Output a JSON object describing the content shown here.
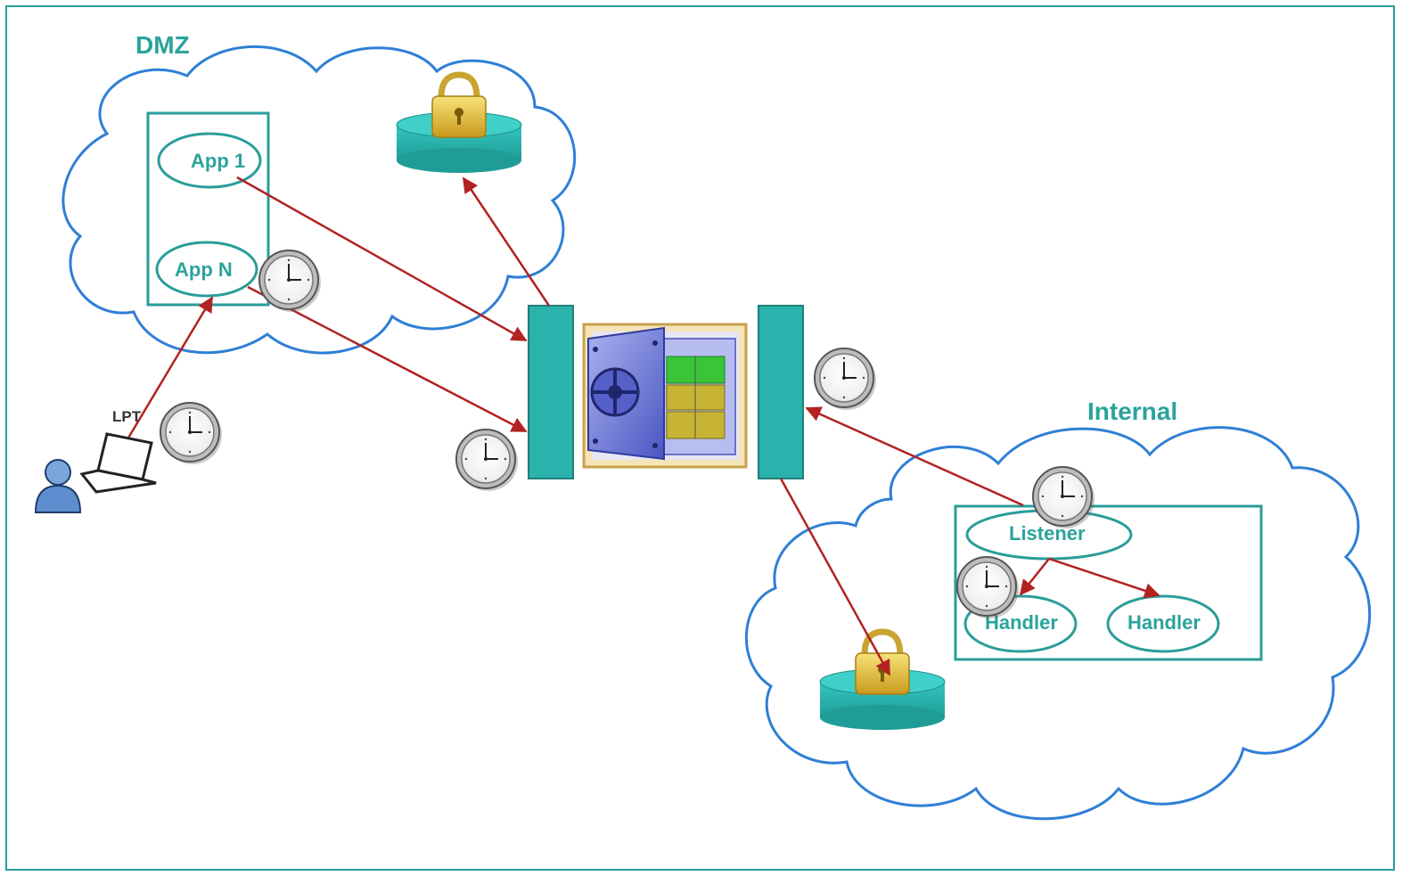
{
  "zones": {
    "dmz_title": "DMZ",
    "internal_title": "Internal"
  },
  "nodes": {
    "app1": "App 1",
    "appN": "App N",
    "listener": "Listener",
    "handler1": "Handler",
    "handler2": "Handler",
    "lpt": "LPT"
  },
  "icons": {
    "clock": "clock-icon",
    "lock_db": "locked-database-icon",
    "vault": "vault-icon",
    "user": "user-icon",
    "laptop": "laptop-icon",
    "firewall": "firewall-block"
  },
  "colors": {
    "teal": "#2aa39c",
    "cloud_stroke": "#2f7fd6",
    "arrow": "#b22222",
    "frame": "#2a9d9a"
  }
}
